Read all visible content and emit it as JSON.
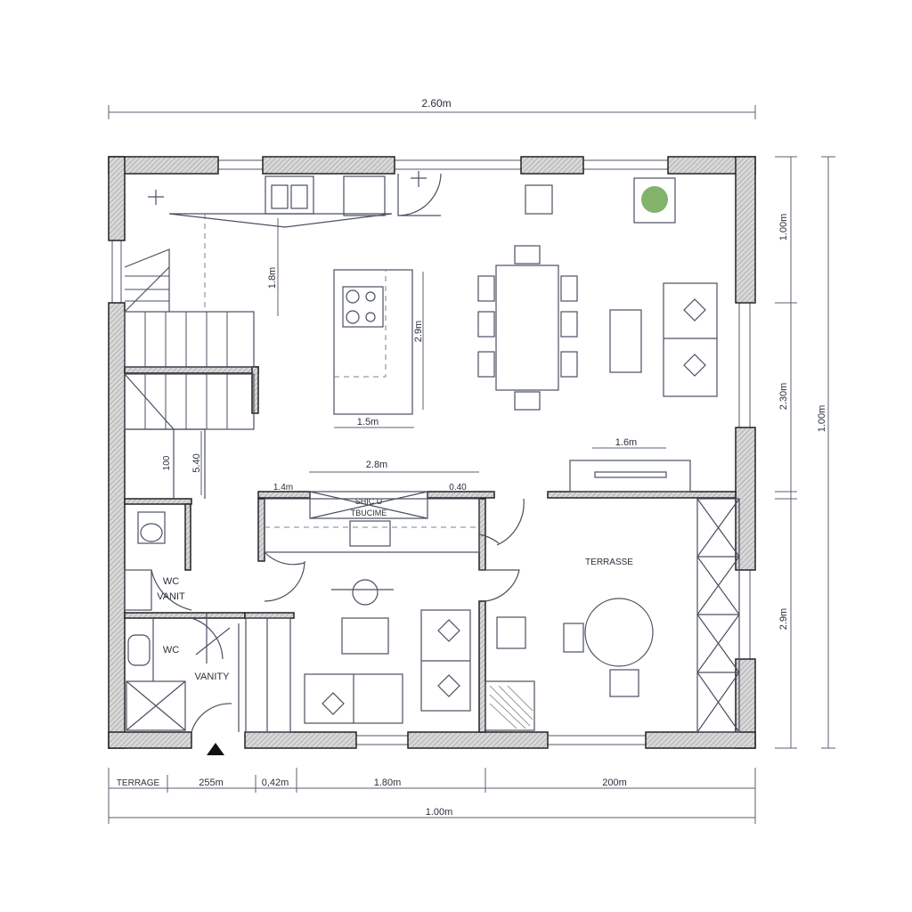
{
  "plan": {
    "dimensions": {
      "top_overall": "2.60m",
      "right_top": "1.00m",
      "right_middle": "2.30m",
      "right_bottom": "2.9m",
      "right_overall": "1.00m",
      "bottom_segments": [
        "TERRAGE",
        "255m",
        "0,42m",
        "1.80m",
        "200m"
      ],
      "bottom_overall": "1.00m",
      "kitchen_depth": "1.8m",
      "island_height": "2.9m",
      "island_width": "1.5m",
      "stair_a": "100",
      "stair_b": "5.40",
      "corridor_width": "2.8m",
      "corridor_left": "1.4m",
      "corridor_right": "0.40",
      "tv_width": "1.6m"
    },
    "rooms": {
      "terrace": "TERRASSE",
      "wc_upper": "WC",
      "vanity_upper": "VANIT",
      "wc_lower": "WC",
      "vanity_lower": "VANITY",
      "hall_cabinet_a": "SHIC U",
      "hall_cabinet_b": "TBUCIME"
    },
    "colors": {
      "wall_outline": "#222222",
      "line": "#4a5060",
      "plant": "#5a9a3a"
    }
  }
}
